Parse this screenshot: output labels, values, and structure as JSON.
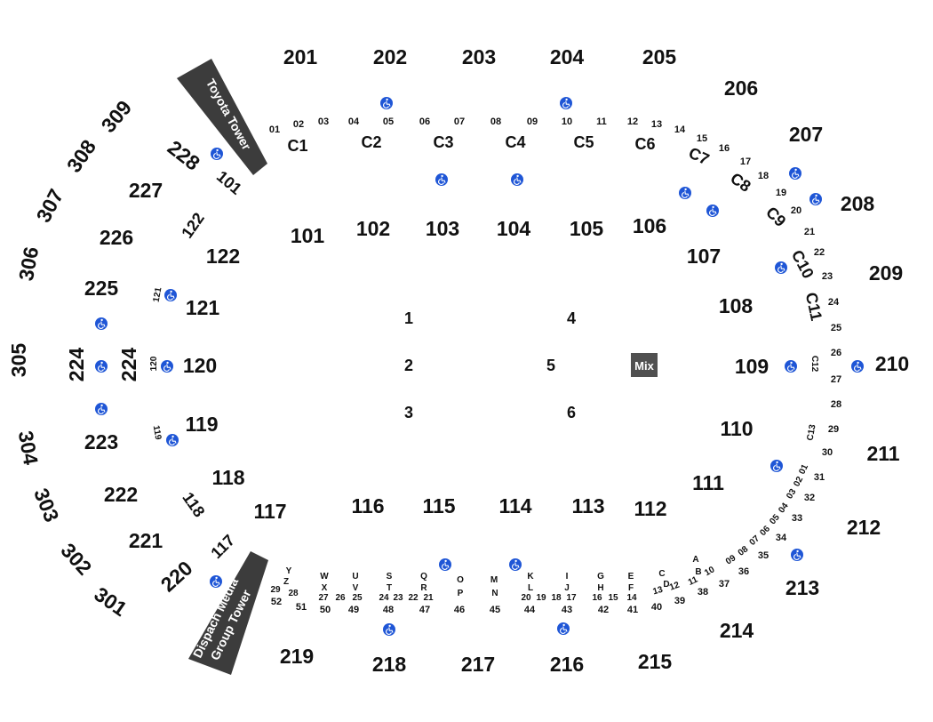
{
  "towers": {
    "toyota": "Toyota Tower",
    "dispatch_line1": "Dispach Media",
    "dispatch_line2": "Group Tower"
  },
  "mix_label": "Mix",
  "floor_labels": [
    "1",
    "2",
    "3",
    "4",
    "5",
    "6"
  ],
  "sections_300": [
    "309",
    "308",
    "307",
    "306",
    "305",
    "304",
    "303",
    "302",
    "301"
  ],
  "sections_200": [
    "201",
    "202",
    "203",
    "204",
    "205",
    "206",
    "207",
    "208",
    "209",
    "210",
    "211",
    "212",
    "213",
    "214",
    "215",
    "216",
    "217",
    "218",
    "219",
    "220",
    "221",
    "222",
    "223",
    "224",
    "224",
    "225",
    "226",
    "227",
    "228"
  ],
  "sections_100": [
    "101",
    "102",
    "103",
    "104",
    "105",
    "106",
    "107",
    "108",
    "109",
    "110",
    "111",
    "112",
    "113",
    "114",
    "115",
    "116",
    "117",
    "118",
    "119",
    "120",
    "121",
    "122"
  ],
  "sections_100_rail": [
    "101",
    "122",
    "121",
    "120",
    "119",
    "118",
    "117"
  ],
  "clubs": [
    "C1",
    "C2",
    "C3",
    "C4",
    "C5",
    "C6",
    "C7",
    "C8",
    "C9",
    "C10",
    "C11",
    "C12",
    "C13"
  ],
  "suites_top": [
    "01",
    "02",
    "03",
    "04",
    "05",
    "06",
    "07",
    "08",
    "09",
    "10",
    "11",
    "12",
    "13",
    "14",
    "15",
    "16",
    "17",
    "18",
    "19",
    "20",
    "21",
    "22",
    "23",
    "24",
    "25",
    "26",
    "27",
    "28",
    "29",
    "30",
    "31",
    "32",
    "33",
    "34",
    "35",
    "36",
    "37",
    "38",
    "39",
    "40",
    "41",
    "42",
    "43",
    "44",
    "45",
    "46",
    "47",
    "48",
    "49",
    "50",
    "51",
    "52"
  ],
  "suites_right_small": [
    "01",
    "02",
    "03",
    "04",
    "05",
    "06",
    "07",
    "08",
    "09",
    "10",
    "11",
    "12",
    "13"
  ],
  "suites_letters": [
    "A",
    "B",
    "C",
    "D",
    "E",
    "F",
    "G",
    "H",
    "I",
    "J",
    "K",
    "L",
    "M",
    "N",
    "O",
    "P",
    "Q",
    "R",
    "S",
    "T",
    "U",
    "V",
    "W",
    "X",
    "Y",
    "Z"
  ],
  "suites_bottom_small": [
    "14",
    "15",
    "16",
    "17",
    "18",
    "19",
    "20",
    "21",
    "22",
    "23",
    "24",
    "25",
    "26",
    "27",
    "28",
    "29"
  ],
  "accessibility_icon": "wheelchair-icon",
  "colors": {
    "tower": "#3c3c3c",
    "mix": "#505050",
    "accessible": "#1f56d6",
    "text": "#111111"
  }
}
